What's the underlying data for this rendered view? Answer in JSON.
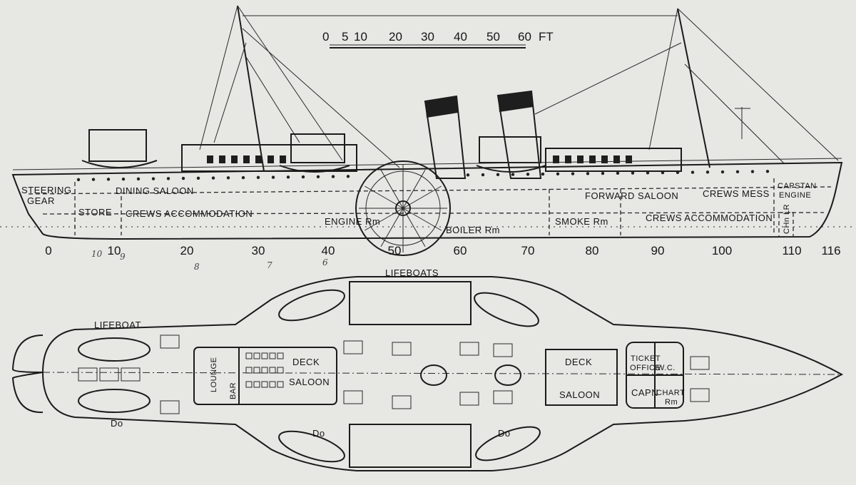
{
  "scale": {
    "labels": [
      "0",
      "5",
      "10",
      "20",
      "30",
      "40",
      "50",
      "60"
    ],
    "unit": "FT"
  },
  "elevation": {
    "steering_gear": [
      "STEERING",
      "GEAR"
    ],
    "dining_saloon": "DINING SALOON",
    "store": "STORE",
    "crews_accommodation_aft": "CREWS ACCOMMODATION",
    "engine_room": "ENGINE Rm",
    "boiler_room": "BOILER Rm",
    "smoke_room": "SMOKE Rm",
    "forward_saloon": "FORWARD SALOON",
    "crews_mess": "CREWS MESS",
    "crews_accommodation_fwd": "CREWS ACCOMMODATION",
    "capstan_engine": [
      "CAPSTAN",
      "ENGINE"
    ],
    "chain_locker": "CHn LR",
    "frame_numbers": [
      "0",
      "10",
      "20",
      "30",
      "40",
      "50",
      "60",
      "70",
      "80",
      "90",
      "100",
      "110",
      "116"
    ],
    "handwritten_marks": [
      "10",
      "9",
      "8",
      "7",
      "6"
    ]
  },
  "plan": {
    "lifeboats": "LIFEBOATS",
    "lifeboat": "LIFEBOAT",
    "ditto": [
      "Do",
      "Do",
      "Do"
    ],
    "lounge": "LOUNGE",
    "bar": "BAR",
    "deck_saloon_aft": [
      "DECK",
      "SALOON"
    ],
    "deck_saloon_fwd": [
      "DECK",
      "SALOON"
    ],
    "ticket_office": [
      "TICKET",
      "OFFICE"
    ],
    "wc": "W.C.",
    "captain": "CAPN",
    "chart_room": [
      "CHART",
      "Rm"
    ]
  }
}
